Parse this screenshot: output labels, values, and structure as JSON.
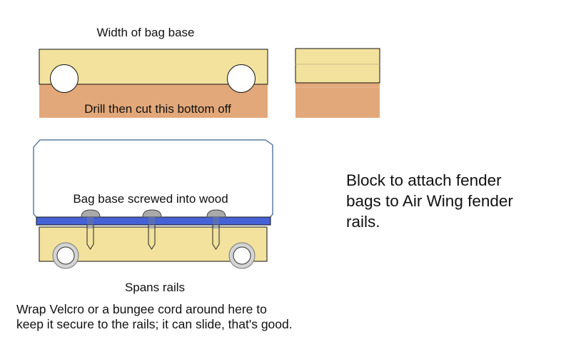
{
  "colors": {
    "wood_light": "#f2e29e",
    "wood_cut": "#e2a87a",
    "bag_outline": "#5b7fa6",
    "bag_base": "#4662d6",
    "screw_head": "#aaaaaa",
    "screw_shank": "#f2e29e",
    "wheel_ring": "#d4d4d4"
  },
  "top_view": {
    "title": "Width of bag base",
    "cut_label": "Drill then cut this bottom off"
  },
  "side_view": {
    "label": "Bag base screwed into wood",
    "rails_label": "Spans rails",
    "note_line1": "Wrap Velcro or a bungee cord around here to",
    "note_line2": "keep it secure to the rails; it can slide, that's good."
  },
  "description": {
    "line1": "Block to attach fender",
    "line2": "bags to Air Wing fender",
    "line3": "rails."
  }
}
